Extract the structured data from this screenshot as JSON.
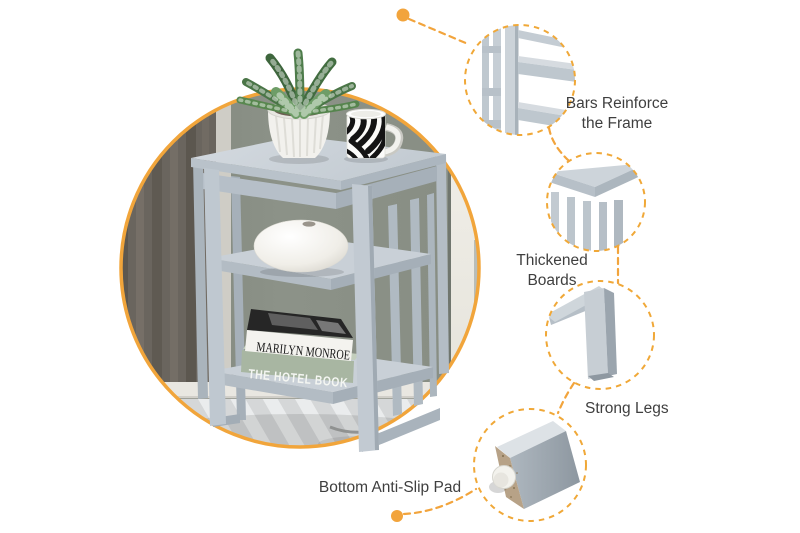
{
  "accent_color": "#F2A43C",
  "label_text_color": "#3F3F3F",
  "main_photo": {
    "book_top_title": "MARILYN MONROE",
    "book_bottom_title": "THE HOTEL BOOK"
  },
  "callouts": {
    "bars": {
      "line1": "Bars Reinforce",
      "line2": "the Frame"
    },
    "boards": {
      "line1": "Thickened",
      "line2": "Boards"
    },
    "legs": {
      "label": "Strong Legs"
    },
    "pad": {
      "label": "Bottom Anti-Slip Pad"
    }
  }
}
